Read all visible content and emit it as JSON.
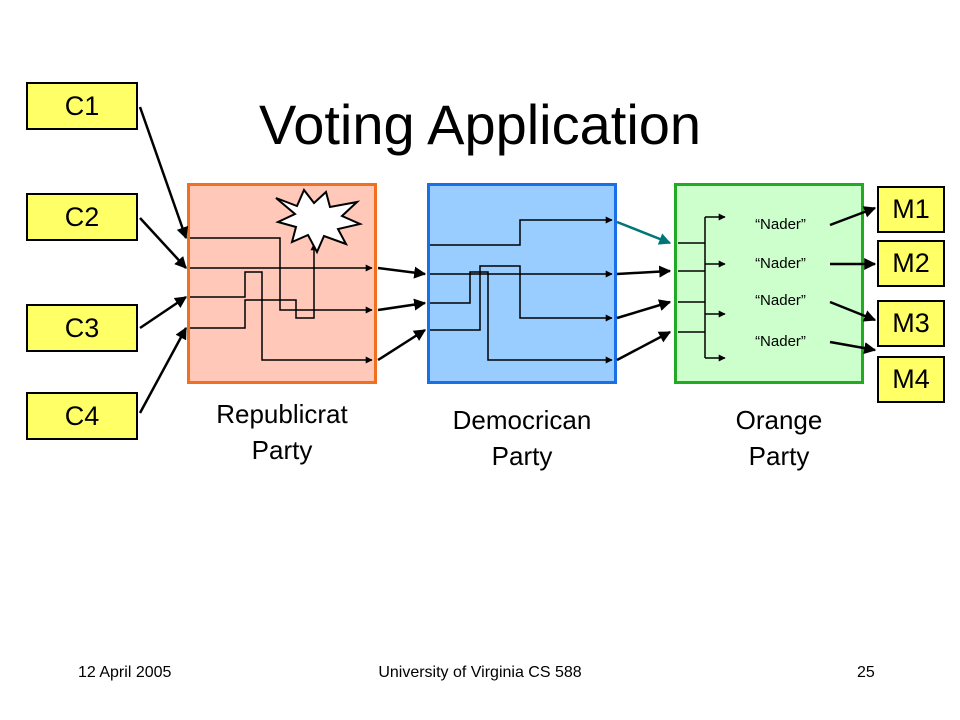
{
  "title": "Voting Application",
  "colors": {
    "box_yellow": "#ffff66",
    "republicrat_fill": "#ffc8b8",
    "republicrat_border": "#f07020",
    "democrican_fill": "#99ccff",
    "democrican_border": "#1a6ee6",
    "orange_fill": "#ccffcc",
    "orange_border": "#22aa22",
    "teal_arrow": "#007777"
  },
  "clients": [
    "C1",
    "C2",
    "C3",
    "C4"
  ],
  "monitors": [
    "M1",
    "M2",
    "M3",
    "M4"
  ],
  "parties": [
    {
      "line1": "Republicrat",
      "line2": "Party"
    },
    {
      "line1": "Democrican",
      "line2": "Party"
    },
    {
      "line1": "Orange",
      "line2": "Party"
    }
  ],
  "nader_labels": [
    "“Nader”",
    "“Nader”",
    "“Nader”",
    "“Nader”"
  ],
  "footer": {
    "date": "12 April 2005",
    "course": "University of Virginia CS 588",
    "page": "25"
  },
  "icons": {
    "explosion": "explosion-icon"
  }
}
